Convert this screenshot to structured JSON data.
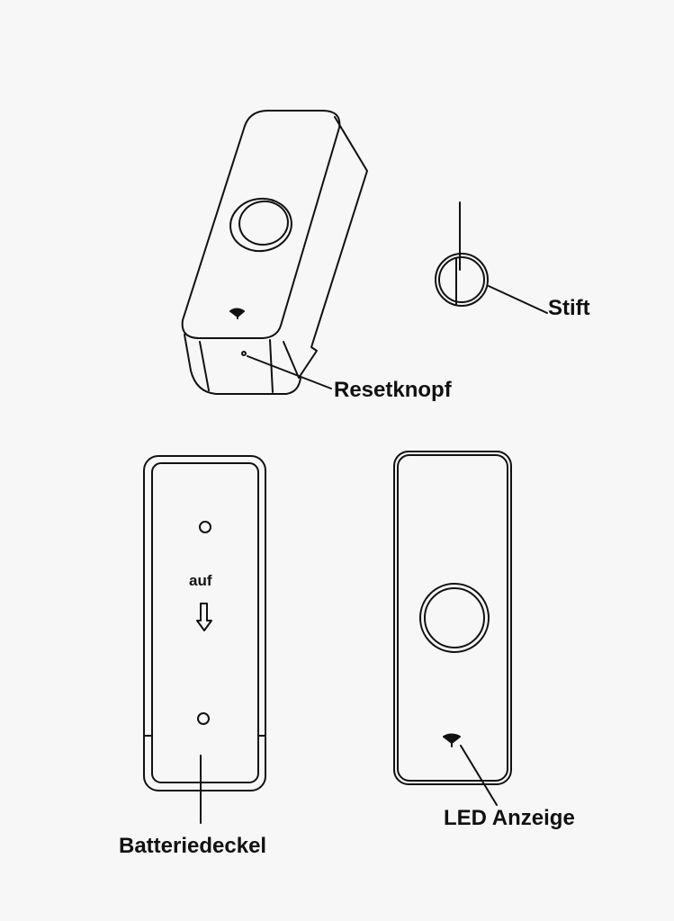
{
  "labels": {
    "stift": "Stift",
    "resetknopf": "Resetknopf",
    "auf": "auf",
    "batteriedeckel": "Batteriedeckel",
    "led_anzeige": "LED Anzeige"
  },
  "colors": {
    "line": "#111111",
    "background": "#f7f7f7"
  }
}
